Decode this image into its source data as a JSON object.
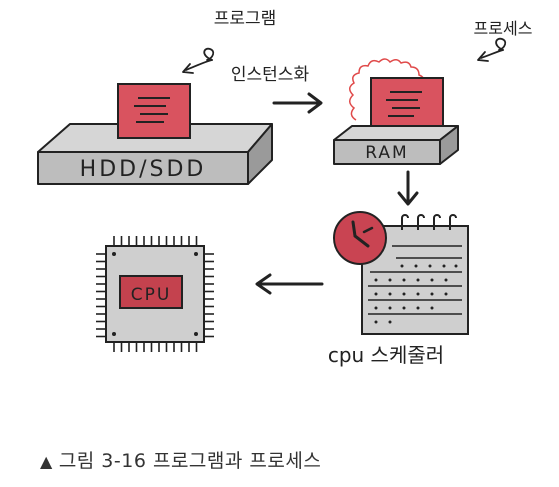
{
  "labels": {
    "program": "프로그램",
    "instantiation": "인스턴스화",
    "process": "프로세스",
    "hdd": "HDD/SDD",
    "ram": "RAM",
    "cpu": "CPU",
    "scheduler": "cpu 스케줄러"
  },
  "caption": {
    "marker": "▲",
    "text": "그림 3-16 프로그램과 프로세스"
  },
  "colors": {
    "doc_red": "#d9535f",
    "chip_red": "#c4424e",
    "block_gray": "#bfbfbf",
    "line": "#222222",
    "glow": "#e04a4a"
  }
}
